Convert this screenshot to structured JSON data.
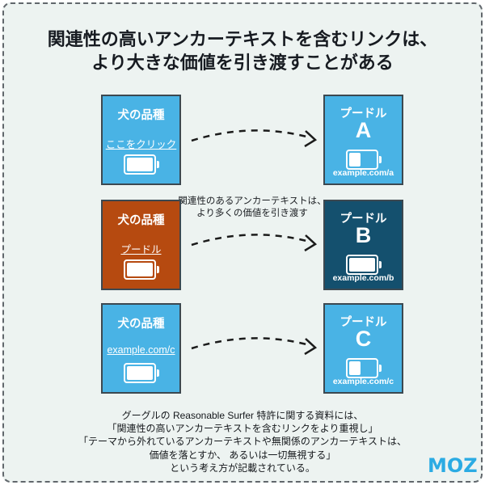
{
  "title": {
    "line1": "関連性の高いアンカーテキストを含むリンクは、",
    "line2": "より大きな価値を引き渡すことがある"
  },
  "rows": [
    {
      "source": {
        "heading": "犬の品種",
        "anchor_text": "ここをクリック",
        "battery_percent": 100,
        "bg": "#49B3E5"
      },
      "target": {
        "heading": "プードル",
        "letter": "A",
        "url": "example.com/a",
        "battery_percent": 45,
        "bg": "#49B3E5"
      }
    },
    {
      "annotation": {
        "line1": "関連性のあるアンカーテキストは、",
        "line2": "より多くの価値を引き渡す"
      },
      "source": {
        "heading": "犬の品種",
        "anchor_text": "プードル",
        "battery_percent": 100,
        "bg": "#B64A10"
      },
      "target": {
        "heading": "プードル",
        "letter": "B",
        "url": "example.com/b",
        "battery_percent": 100,
        "bg": "#14506E"
      }
    },
    {
      "source": {
        "heading": "犬の品種",
        "anchor_text": "example.com/c",
        "battery_percent": 100,
        "bg": "#49B3E5"
      },
      "target": {
        "heading": "プードル",
        "letter": "C",
        "url": "example.com/c",
        "battery_percent": 45,
        "bg": "#49B3E5"
      }
    }
  ],
  "footnote": {
    "lines": [
      "グーグルの Reasonable Surfer 特許に関する資料には、",
      "「関連性の高いアンカーテキストを含むリンクをより重視し」",
      "「テーマから外れているアンカーテキストや無関係のアンカーテキストは、",
      "価値を落とすか、 あるいは一切無視する」",
      "という考え方が記載されている。"
    ]
  },
  "logo": {
    "text": "MOZ",
    "color": "#2BABE3"
  },
  "colors": {
    "background": "#EDF3F1",
    "dashed_border": "#61676C",
    "box_border": "#3C4850",
    "light_blue": "#49B3E5",
    "orange": "#B64A10",
    "dark_blue": "#14506E",
    "arrow": "#1B1B1B",
    "title_text": "#171B21"
  }
}
